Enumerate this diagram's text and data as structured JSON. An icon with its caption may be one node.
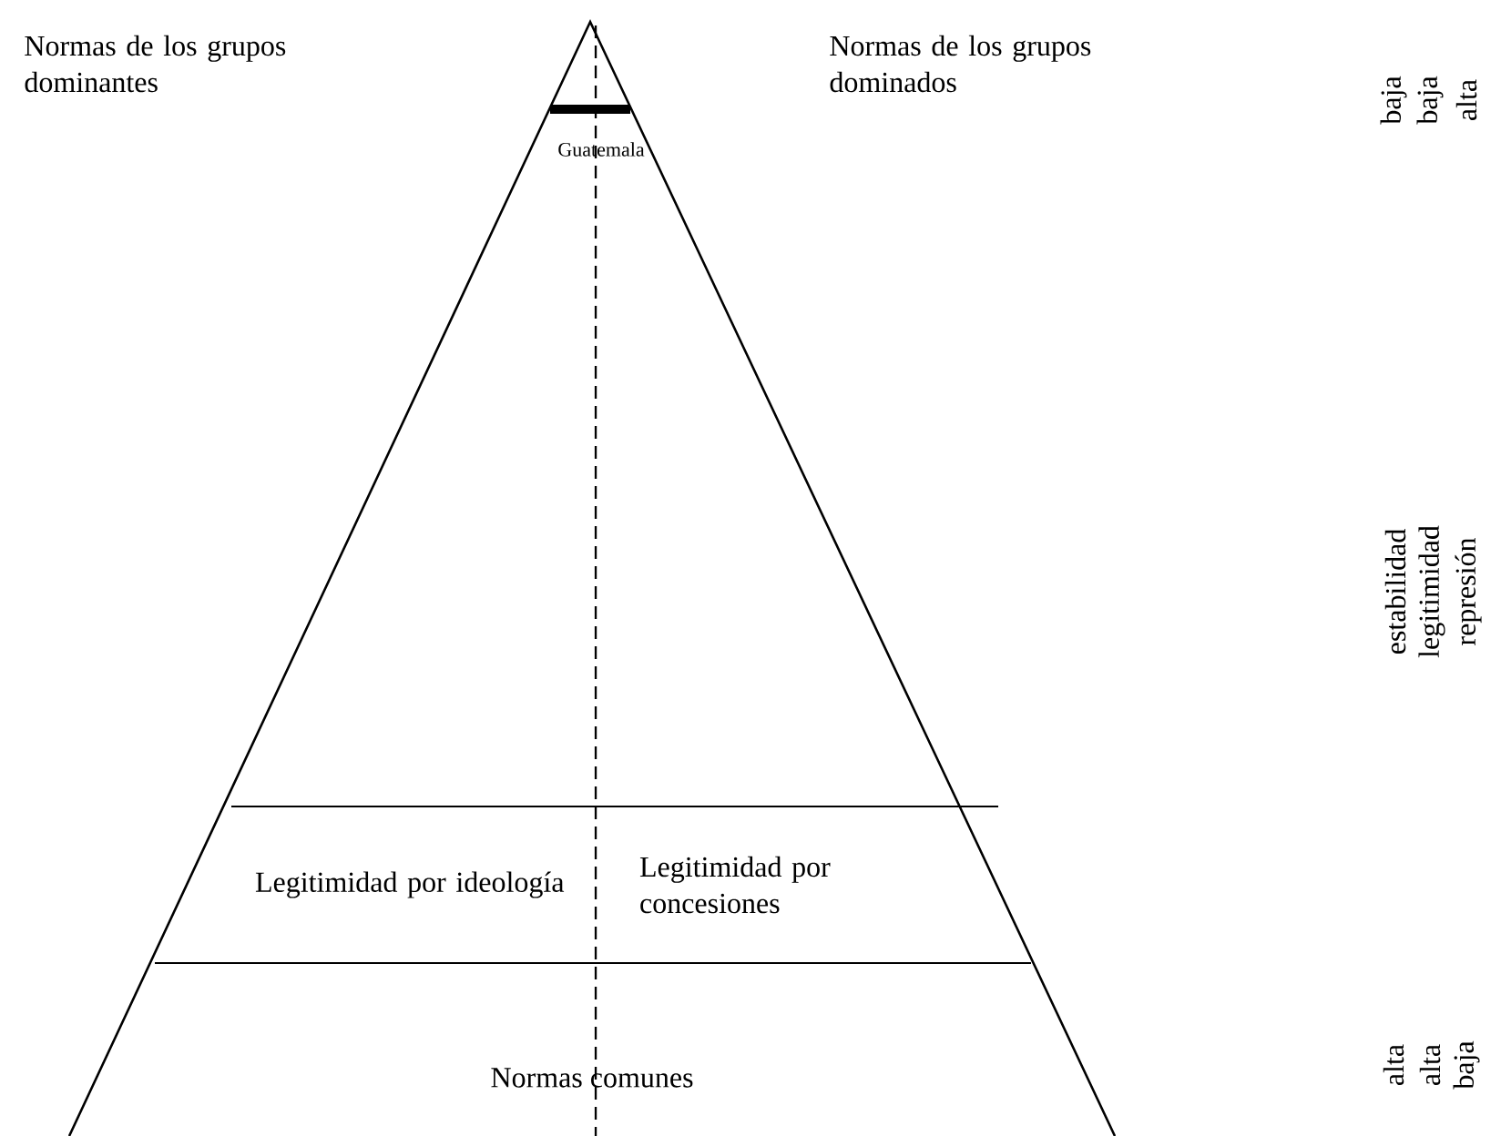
{
  "diagram": {
    "labels": [
      "Normas de los grupos dominantes",
      "Normas de los grupos dominados",
      "Guatemala",
      "baja",
      "baja",
      "alta",
      "estabilidad",
      "legitimidad",
      "represión",
      "Legitimidad por ideología",
      "Legitimidad por concesiones",
      "Normas comunes",
      "alta",
      "alta",
      "baja"
    ]
  }
}
